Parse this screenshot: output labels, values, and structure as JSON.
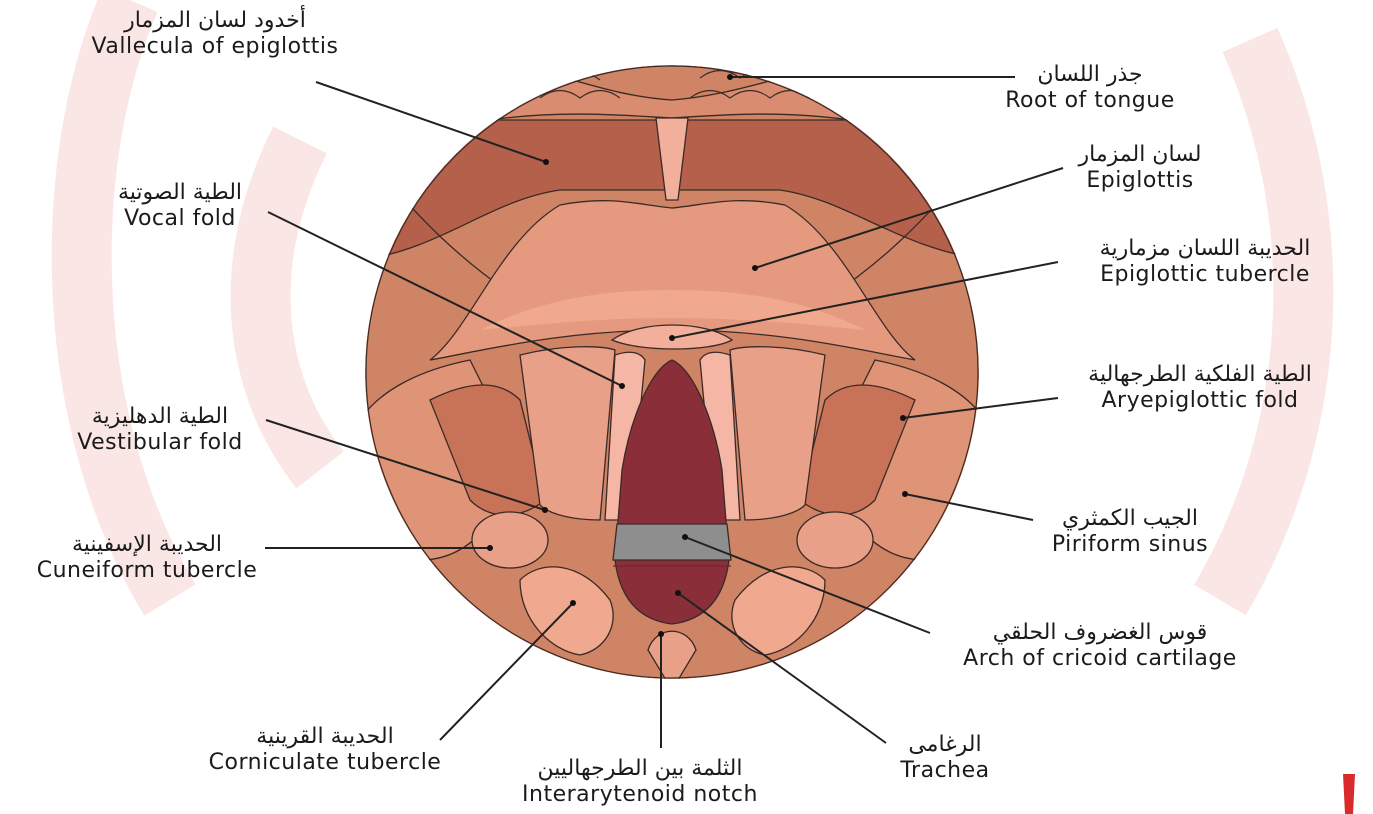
{
  "colors": {
    "background_watermark": "#fbe9e9",
    "outer_tissue": "#cf8466",
    "dark_tissue": "#b5604a",
    "epiglottis": "#e59a7f",
    "light_fold": "#f2b09c",
    "vocal_fold": "#f5b6a6",
    "glottis": "#8a2f3a",
    "trachea_ring": "#8e8e8e",
    "accent_mark": "#d92b2b"
  },
  "labels": {
    "vallecula": {
      "ar": "أخدود لسان المزمار",
      "en": "Vallecula of epiglottis"
    },
    "root_tongue": {
      "ar": "جذر اللسان",
      "en": "Root of tongue"
    },
    "epiglottis": {
      "ar": "لسان المزمار",
      "en": "Epiglottis"
    },
    "vocal_fold": {
      "ar": "الطية الصوتية",
      "en": "Vocal fold"
    },
    "epi_tubercle": {
      "ar": "الحديبة اللسان مزمارية",
      "en": "Epiglottic tubercle"
    },
    "aryepiglottic": {
      "ar": "الطية الفلكية الطرجهالية",
      "en": "Aryepiglottic fold"
    },
    "vestibular": {
      "ar": "الطية الدهليزية",
      "en": "Vestibular fold"
    },
    "piriform": {
      "ar": "الجيب الكمثري",
      "en": "Piriform sinus"
    },
    "cuneiform": {
      "ar": "الحديبة الإسفينية",
      "en": "Cuneiform tubercle"
    },
    "cricoid": {
      "ar": "قوس الغضروف الحلقي",
      "en": "Arch of cricoid cartilage"
    },
    "corniculate": {
      "ar": "الحديبة القرينية",
      "en": "Corniculate tubercle"
    },
    "interarytenoid": {
      "ar": "الثلمة بين الطرجهاليين",
      "en": "Interarytenoid notch"
    },
    "trachea": {
      "ar": "الرغامى",
      "en": "Trachea"
    }
  }
}
